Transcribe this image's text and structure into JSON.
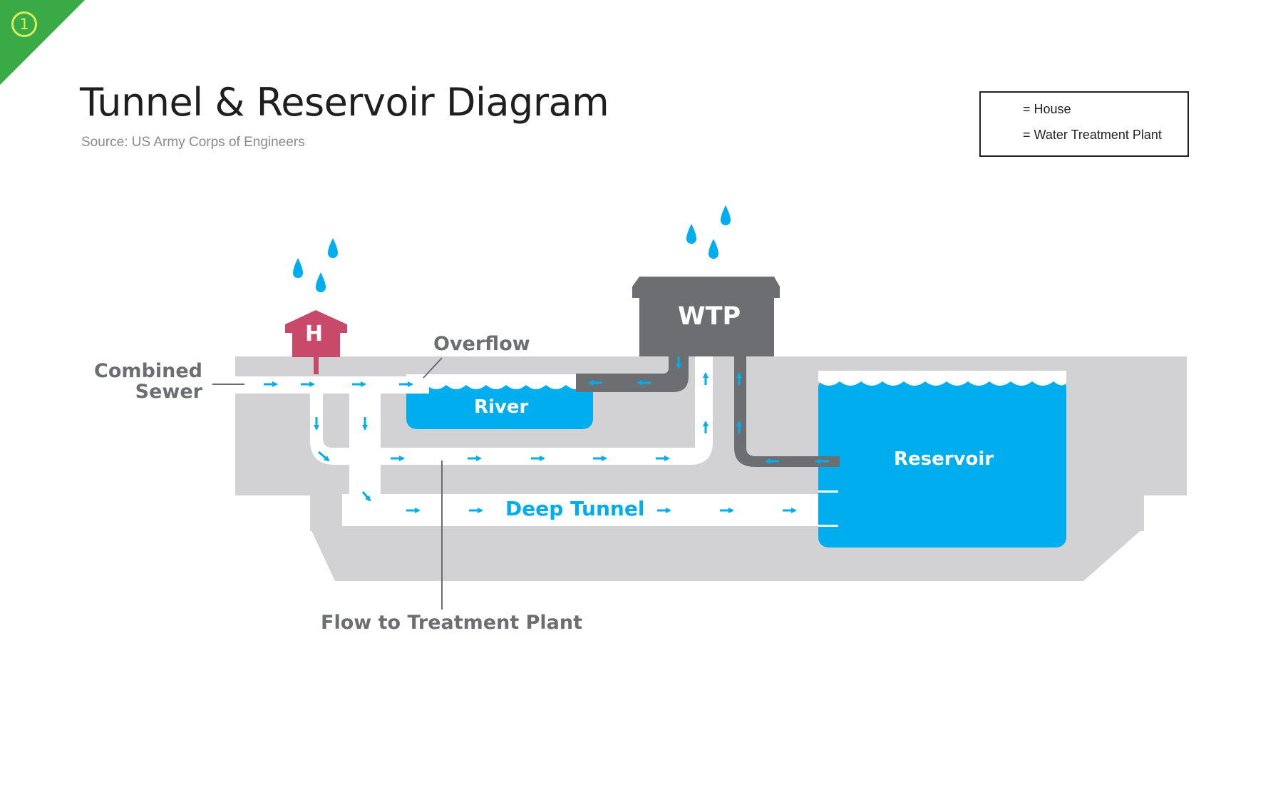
{
  "badge": {
    "number": "1",
    "color": "#3aaa47"
  },
  "header": {
    "title": "Tunnel & Reservoir Diagram",
    "source": "Source: US Army Corps of Engineers"
  },
  "legend": {
    "items": [
      {
        "icon": "house-icon",
        "label": "= House"
      },
      {
        "icon": "water-treatment-plant-icon",
        "label": "= Water Treatment Plant"
      }
    ]
  },
  "labels": {
    "house": "H",
    "wtp": "WTP",
    "combined_sewer_line1": "Combined",
    "combined_sewer_line2": "Sewer",
    "overflow": "Overflow",
    "river": "River",
    "reservoir": "Reservoir",
    "deep_tunnel": "Deep Tunnel",
    "flow_to_treatment": "Flow to Treatment Plant"
  },
  "colors": {
    "ground": "#d2d2d4",
    "water": "#00aeef",
    "house": "#c9496a",
    "plant": "#6d6e71",
    "label": "#6d6e71",
    "pipe": "#ffffff"
  }
}
